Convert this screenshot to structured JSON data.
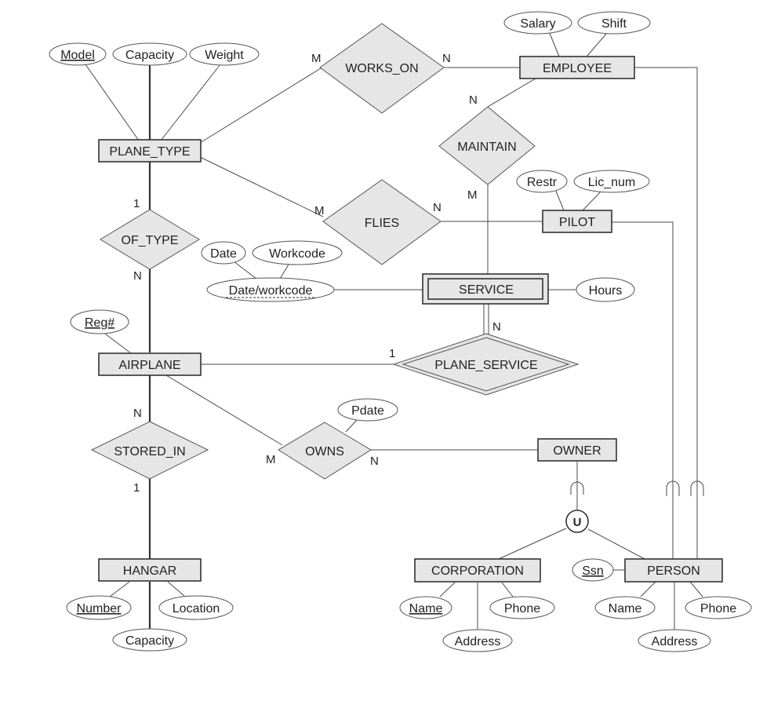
{
  "entities": {
    "plane_type": "PLANE_TYPE",
    "employee": "EMPLOYEE",
    "pilot": "PILOT",
    "service": "SERVICE",
    "airplane": "AIRPLANE",
    "owner": "OWNER",
    "hangar": "HANGAR",
    "corporation": "CORPORATION",
    "person": "PERSON"
  },
  "relationships": {
    "works_on": "WORKS_ON",
    "maintain": "MAINTAIN",
    "flies": "FLIES",
    "of_type": "OF_TYPE",
    "plane_service": "PLANE_SERVICE",
    "stored_in": "STORED_IN",
    "owns": "OWNS"
  },
  "attributes": {
    "model": "Model",
    "capacity_pt": "Capacity",
    "weight": "Weight",
    "salary": "Salary",
    "shift": "Shift",
    "restr": "Restr",
    "lic_num": "Lic_num",
    "date": "Date",
    "workcode": "Workcode",
    "date_workcode": "Date/workcode",
    "hours": "Hours",
    "reg": "Reg#",
    "pdate": "Pdate",
    "number": "Number",
    "location": "Location",
    "capacity_h": "Capacity",
    "corp_name": "Name",
    "corp_phone": "Phone",
    "corp_address": "Address",
    "ssn": "Ssn",
    "person_name": "Name",
    "person_phone": "Phone",
    "person_address": "Address"
  },
  "cardinalities": {
    "works_on_pt": "M",
    "works_on_emp": "N",
    "maintain_emp": "N",
    "maintain_srv": "M",
    "flies_pt": "M",
    "flies_pilot": "N",
    "of_type_pt": "1",
    "of_type_ap": "N",
    "plane_service_ap": "1",
    "plane_service_srv": "N",
    "stored_in_ap": "N",
    "stored_in_h": "1",
    "owns_ap": "M",
    "owns_owner": "N"
  },
  "union_symbol": "U"
}
